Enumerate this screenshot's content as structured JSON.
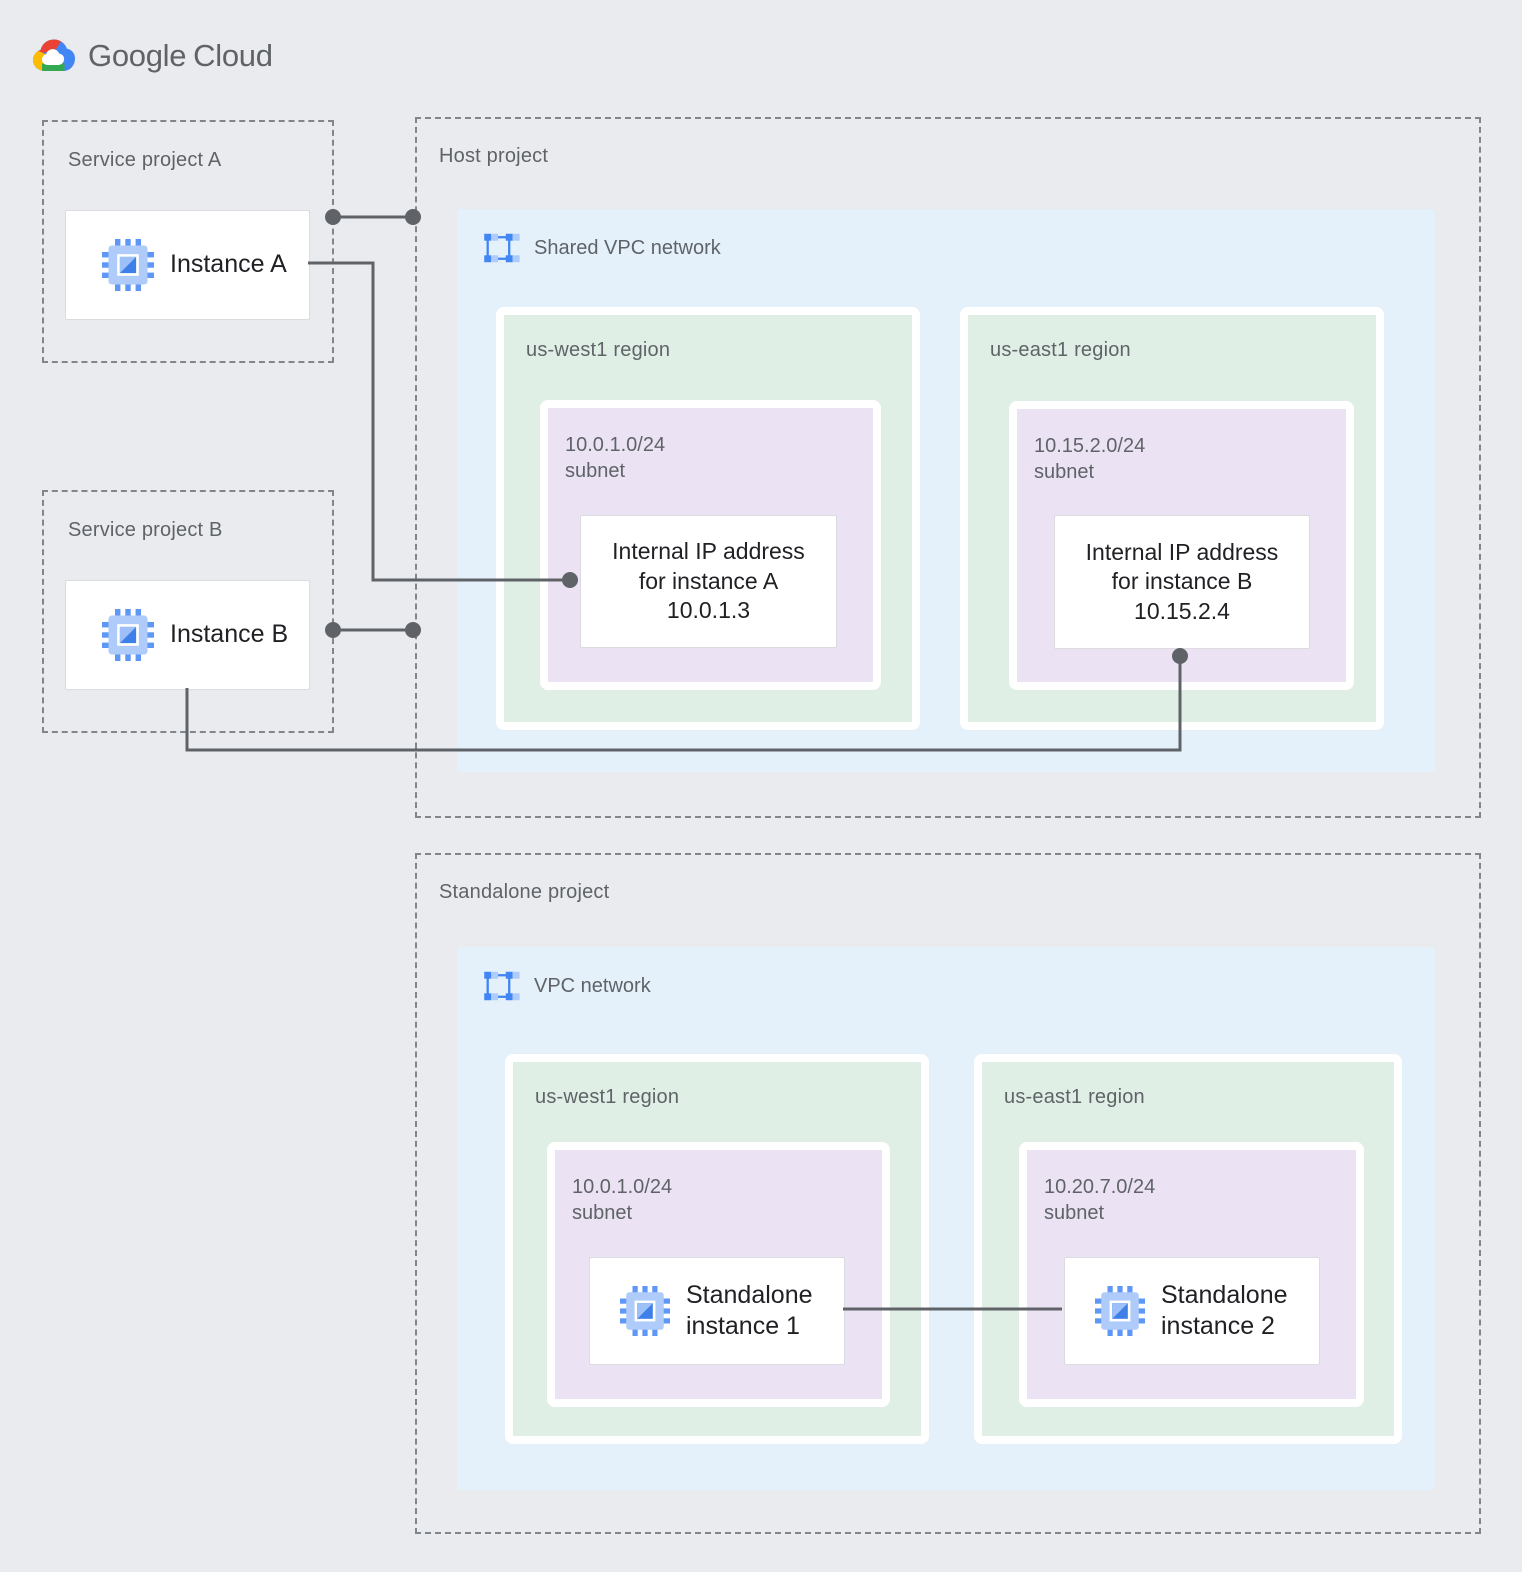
{
  "logo": {
    "google": "Google",
    "cloud": "Cloud"
  },
  "projects": {
    "service_a": {
      "label": "Service project A",
      "instance": "Instance A"
    },
    "service_b": {
      "label": "Service project B",
      "instance": "Instance B"
    },
    "host": {
      "label": "Host project",
      "network": "Shared VPC network",
      "regions": [
        {
          "label": "us-west1 region",
          "subnet_cidr": "10.0.1.0/24",
          "subnet_word": "subnet",
          "card": [
            "Internal IP address",
            "for instance A",
            "10.0.1.3"
          ]
        },
        {
          "label": "us-east1 region",
          "subnet_cidr": "10.15.2.0/24",
          "subnet_word": "subnet",
          "card": [
            "Internal IP address",
            "for instance B",
            "10.15.2.4"
          ]
        }
      ]
    },
    "standalone": {
      "label": "Standalone project",
      "network": "VPC network",
      "regions": [
        {
          "label": "us-west1 region",
          "subnet_cidr": "10.0.1.0/24",
          "subnet_word": "subnet",
          "card": [
            "Standalone",
            "instance 1"
          ]
        },
        {
          "label": "us-east1 region",
          "subnet_cidr": "10.20.7.0/24",
          "subnet_word": "subnet",
          "card": [
            "Standalone",
            "instance 2"
          ]
        }
      ]
    }
  },
  "palette": {
    "background": "#E9EBEE",
    "network_fill": "#E4F1FA",
    "region_fill": "#E0EFE6",
    "subnet_fill": "#EBE3F3",
    "connector": "#5F6368",
    "label_gray": "#5F6368",
    "text_dark": "#202124",
    "dashed_border": "#80868B",
    "google_blue": "#4285F4",
    "google_red": "#EA4335",
    "google_yellow": "#FBBC04",
    "google_green": "#34A853"
  }
}
